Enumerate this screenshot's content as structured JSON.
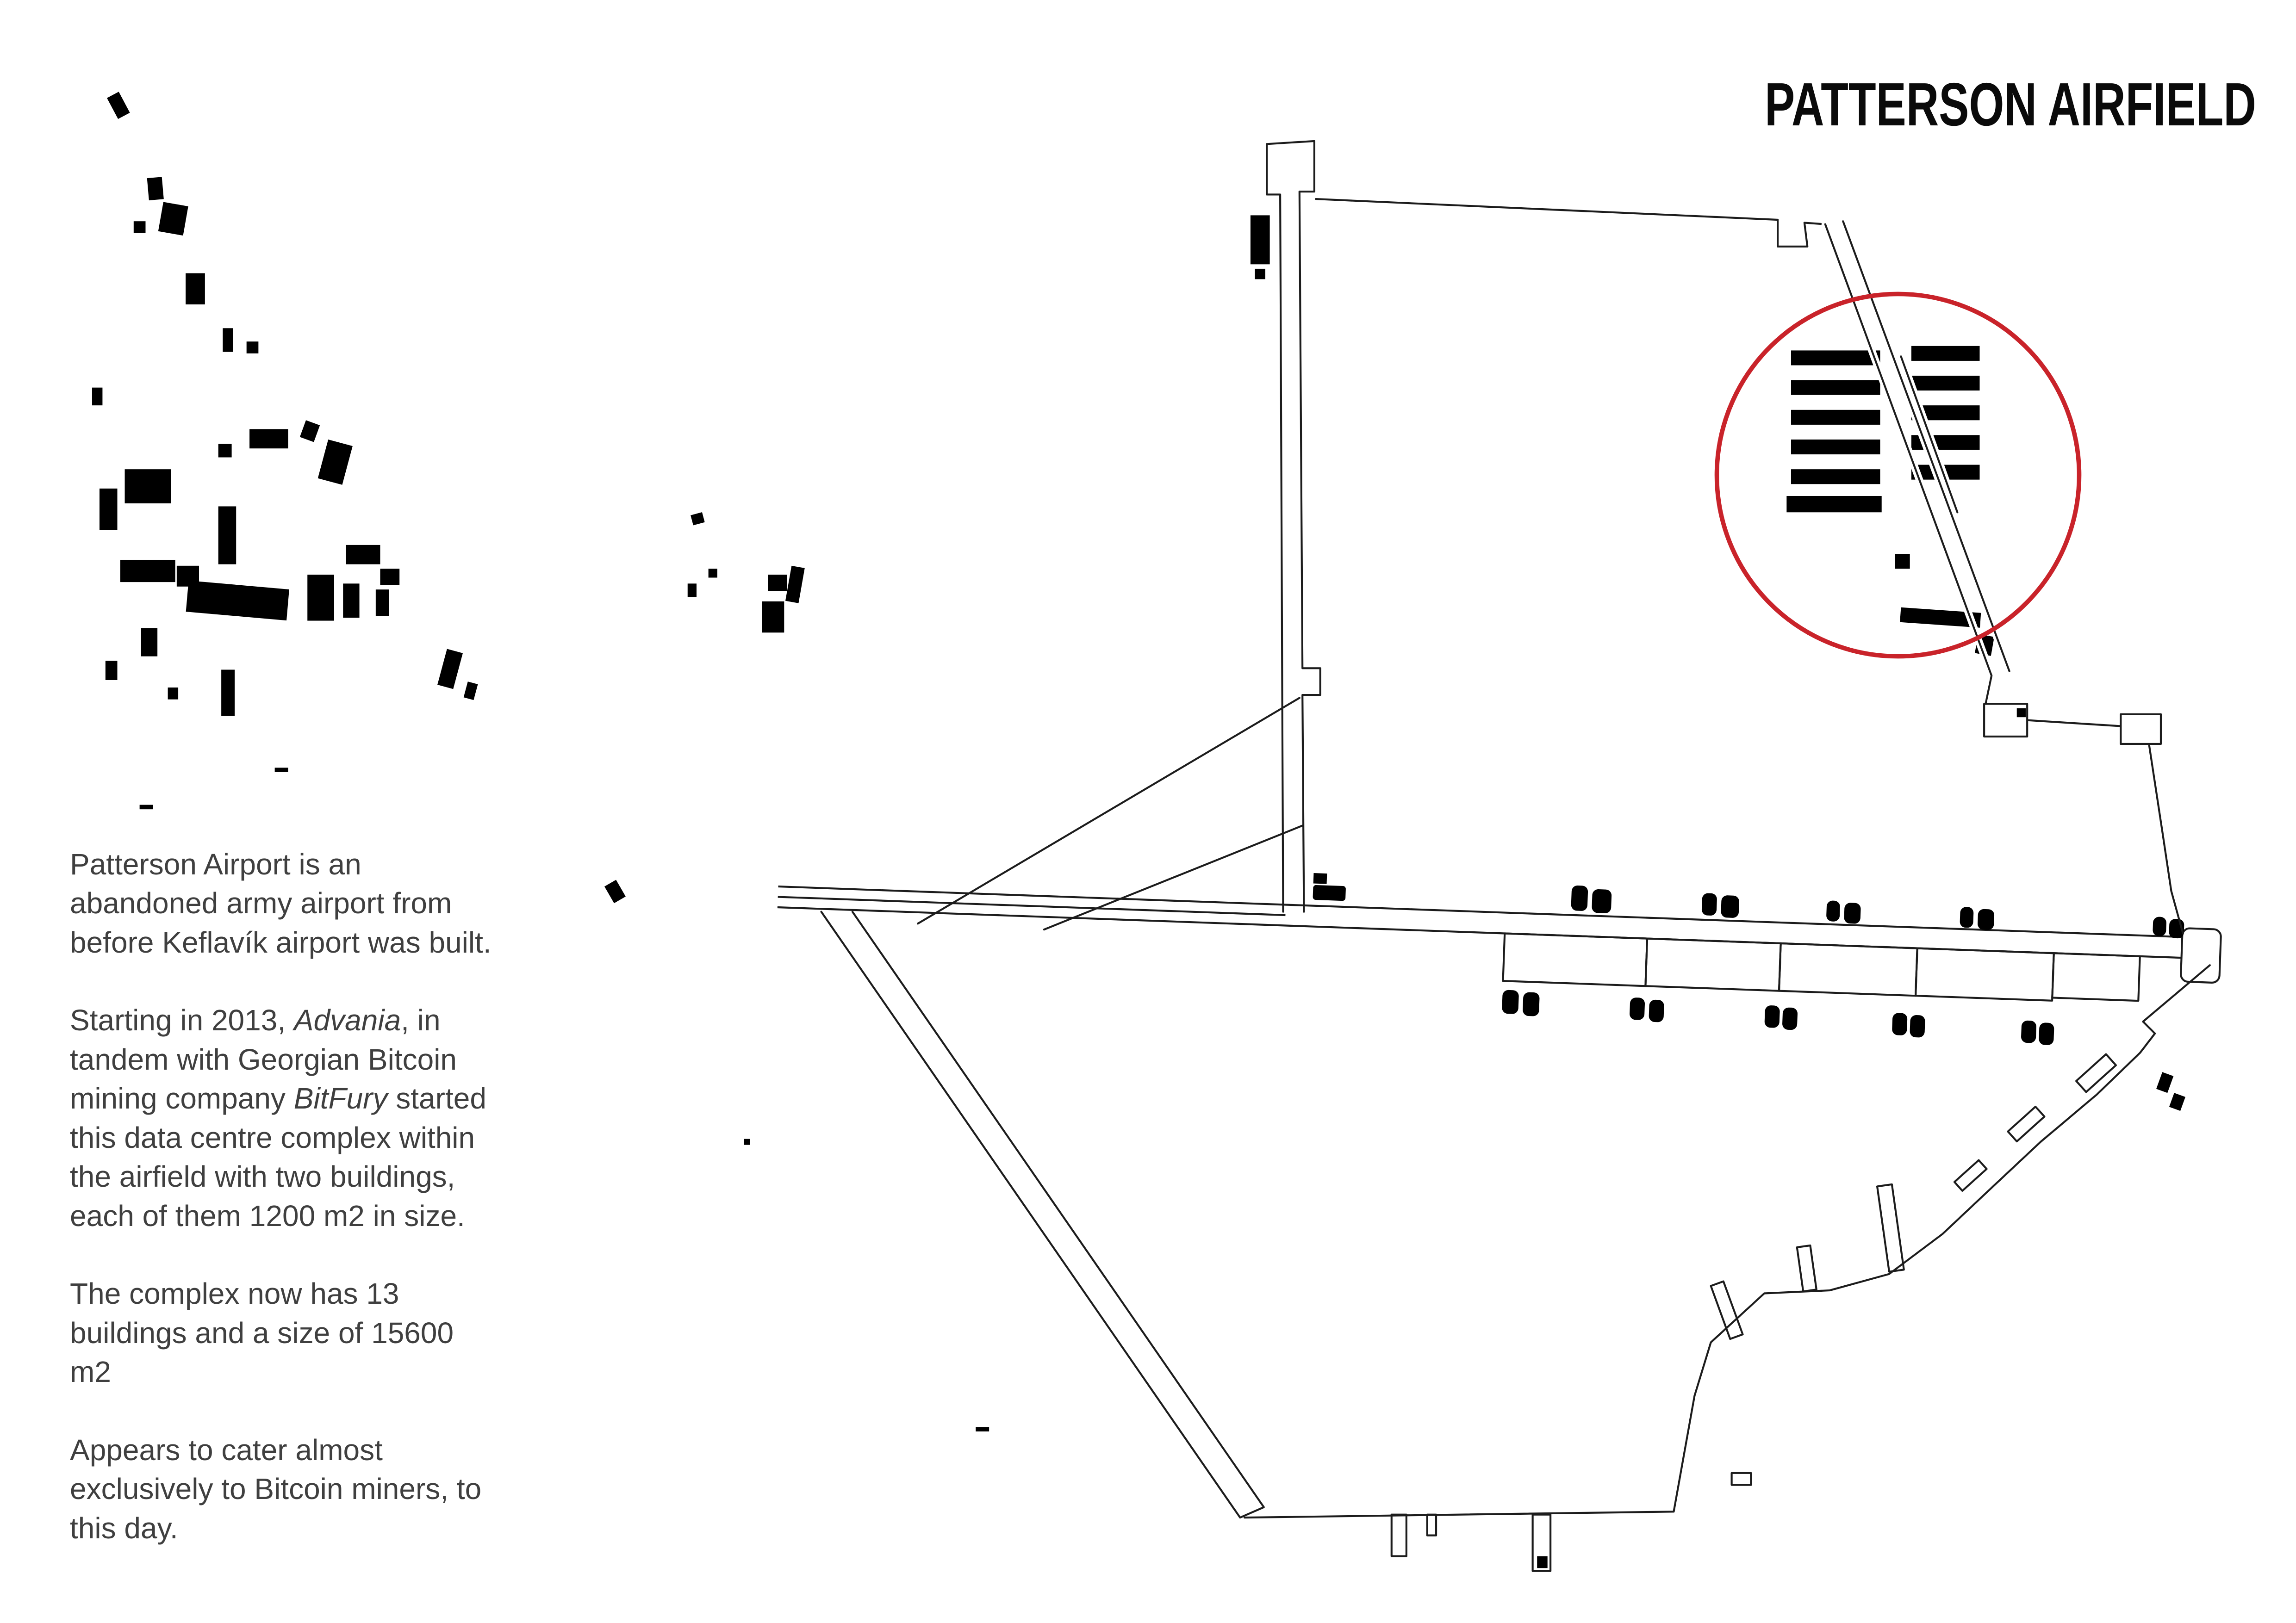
{
  "title": "PATTERSON AIRFIELD",
  "colors": {
    "highlight": "#c9232a",
    "line": "#1c1c1c",
    "body_text": "#3f3f3f"
  },
  "description": {
    "paragraphs": [
      {
        "segments": [
          {
            "text": "Patterson Airport is an\nabandoned army airport from\nbefore Keflavík airport was built."
          }
        ]
      },
      {
        "segments": [
          {
            "text": "Starting in 2013, "
          },
          {
            "text": "Advania",
            "italic": true
          },
          {
            "text": ", in\ntandem with Georgian Bitcoin\nmining company "
          },
          {
            "text": "BitFury",
            "italic": true
          },
          {
            "text": " started\nthis data centre complex within\nthe airfield with two buildings,\neach of them 1200 m2 in size."
          }
        ]
      },
      {
        "segments": [
          {
            "text": "The complex now has 13\nbuildings and a size of 15600\nm2"
          }
        ]
      },
      {
        "segments": [
          {
            "text": "Appears to cater almost\nexclusively to Bitcoin miners, to\nthis day."
          }
        ]
      }
    ]
  }
}
